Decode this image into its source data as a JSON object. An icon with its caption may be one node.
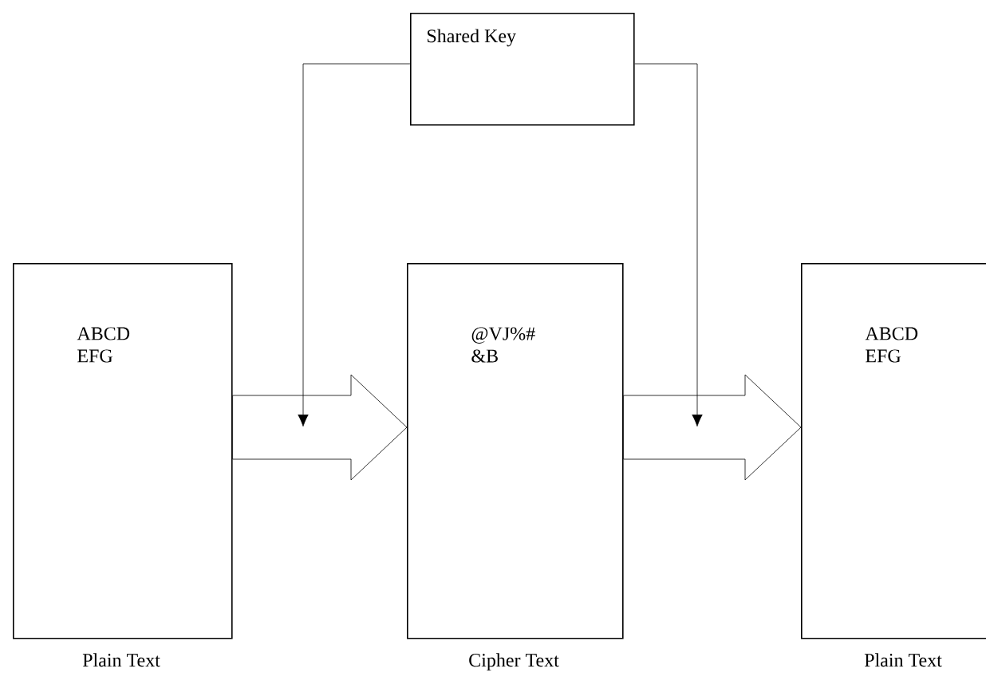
{
  "diagram": {
    "nodes": [
      {
        "text": [
          "Shared Key"
        ]
      },
      {
        "text": [
          "ABCD EFG"
        ],
        "beside": [
          "Plain Text"
        ]
      },
      {
        "text": [
          "@VJ%# &B"
        ],
        "beside": [
          "Cipher Text"
        ]
      },
      {
        "text": [
          "ABCD EFG"
        ],
        "beside": [
          "Plain Text"
        ]
      }
    ],
    "edges": [
      {
        "from": 1,
        "to": 2,
        "arrow": "to"
      },
      {
        "from": 2,
        "to": 3,
        "arrow": "to"
      },
      {
        "from": 0,
        "to": null,
        "arrow": "to"
      },
      {
        "from": 0,
        "to": null,
        "arrow": "to"
      }
    ]
  }
}
